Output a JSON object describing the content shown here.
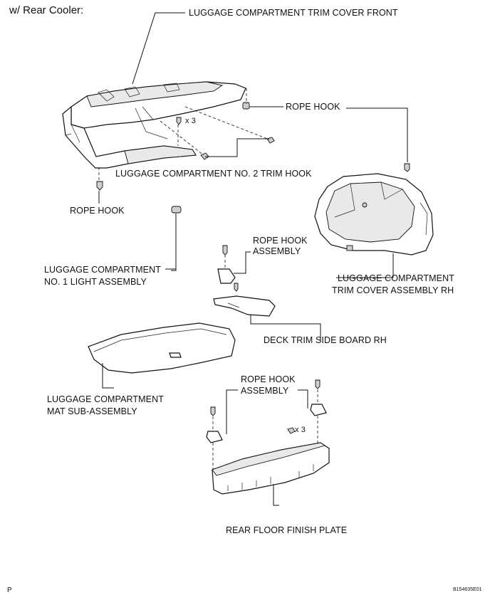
{
  "title": "w/ Rear Cooler:",
  "corner_mark": "P",
  "figure_code": "B154635E01",
  "labels": {
    "trim_cover_front": "LUGGAGE COMPARTMENT TRIM COVER FRONT",
    "rope_hook_top": "ROPE HOOK",
    "screw_qty_top": "x 3",
    "no2_trim_hook": "LUGGAGE COMPARTMENT NO. 2 TRIM HOOK",
    "rope_hook_left": "ROPE HOOK",
    "rope_hook_assy_mid_1": "ROPE HOOK",
    "rope_hook_assy_mid_2": "ASSEMBLY",
    "light_assy_1": "LUGGAGE COMPARTMENT",
    "light_assy_2": "NO. 1 LIGHT ASSEMBLY",
    "trim_cover_rh_1": "LUGGAGE COMPARTMENT",
    "trim_cover_rh_2": "TRIM COVER ASSEMBLY RH",
    "deck_trim_side_board": "DECK TRIM SIDE BOARD RH",
    "mat_sub_assy_1": "LUGGAGE COMPARTMENT",
    "mat_sub_assy_2": "MAT SUB-ASSEMBLY",
    "rope_hook_assy_low_1": "ROPE HOOK",
    "rope_hook_assy_low_2": "ASSEMBLY",
    "screw_qty_low": "x 3",
    "rear_floor_plate": "REAR FLOOR FINISH PLATE"
  }
}
